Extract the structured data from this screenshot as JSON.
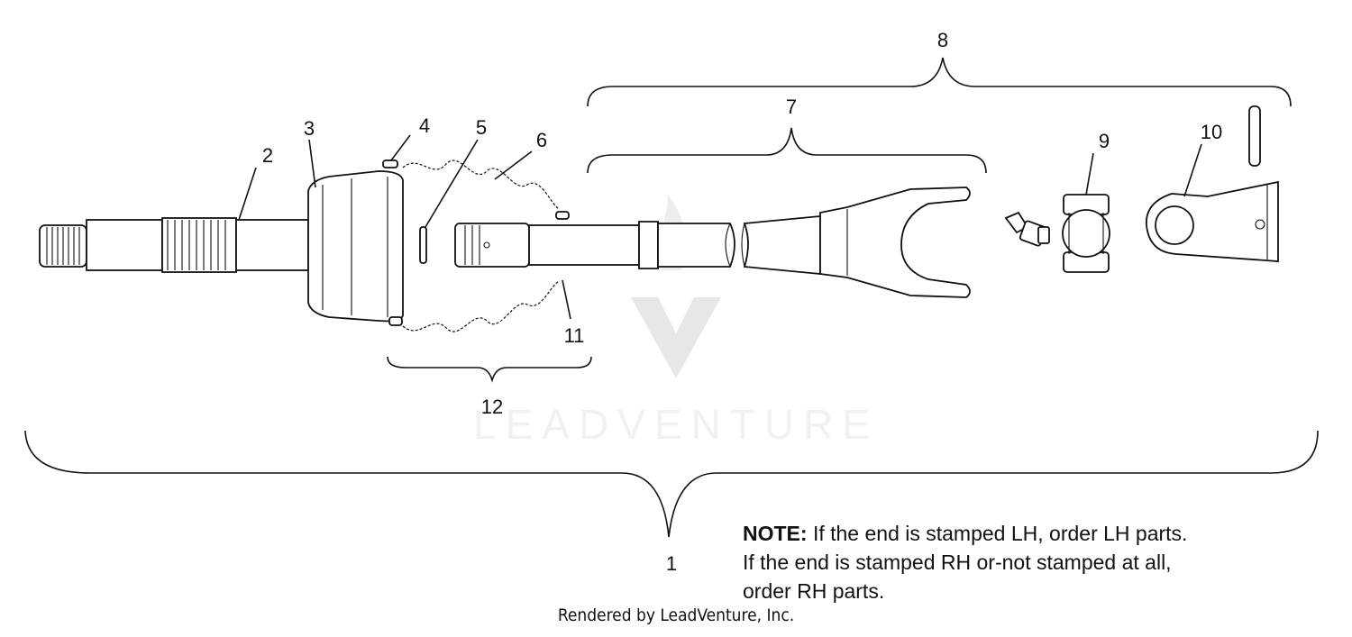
{
  "callouts": {
    "c1": "1",
    "c2": "2",
    "c3": "3",
    "c4": "4",
    "c5": "5",
    "c6": "6",
    "c7": "7",
    "c8": "8",
    "c9": "9",
    "c10": "10",
    "c11": "11",
    "c12": "12"
  },
  "watermark": "LEADVENTURE",
  "note": {
    "label": "NOTE:",
    "text": "If the end is stamped LH, order LH parts.  If the end is stamped RH or-not stamped at all, order RH parts."
  },
  "footer": "Rendered by LeadVenture, Inc.",
  "colors": {
    "ink": "#111111",
    "watermark": "#e6e6e6"
  }
}
